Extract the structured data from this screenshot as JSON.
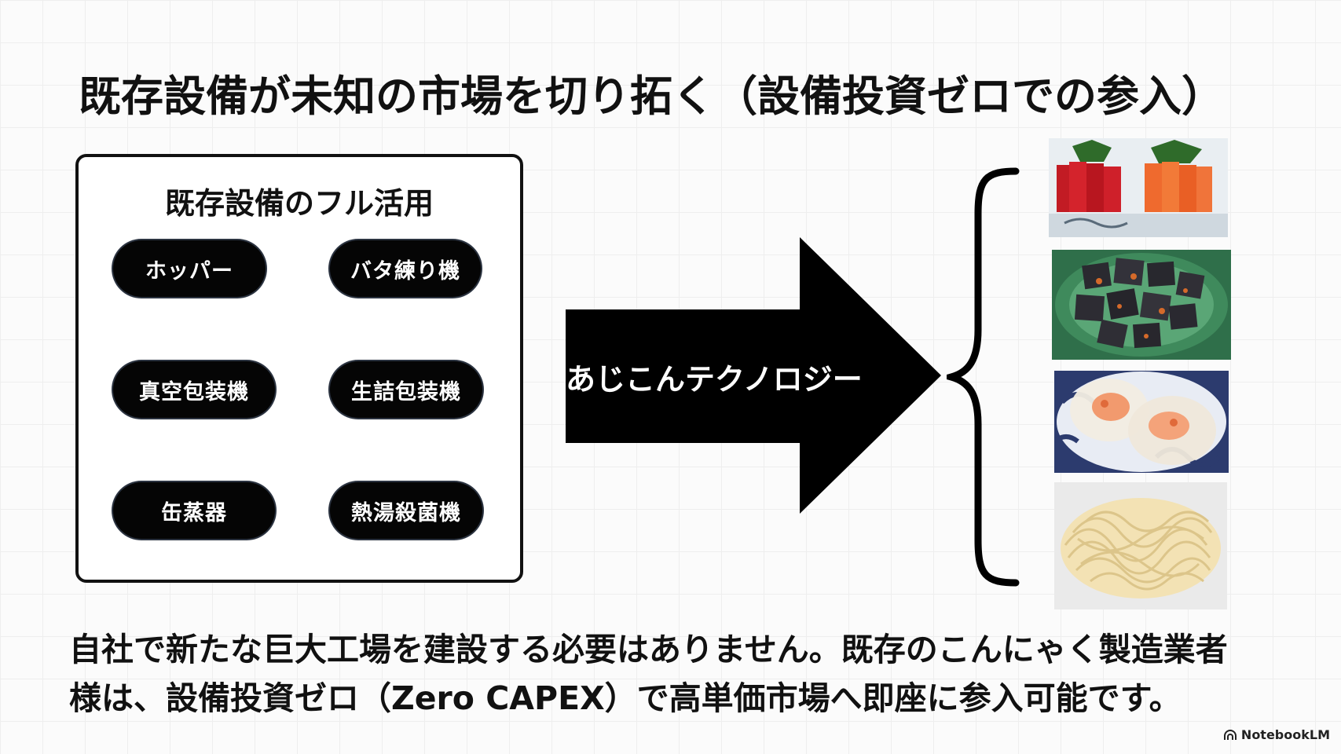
{
  "title": "既存設備が未知の市場を切り拓く（設備投資ゼロでの参入）",
  "equipment": {
    "heading": "既存設備のフル活用",
    "items": [
      "ホッパー",
      "バタ練り機",
      "真空包装機",
      "生詰包装機",
      "缶蒸器",
      "熱湯殺菌機"
    ]
  },
  "arrow": {
    "label": "あじこんテクノロジー"
  },
  "body": {
    "line1": "自社で新たな巨大工場を建設する必要はありません。既存のこんにゃく製造業者",
    "line2": "様は、設備投資ゼロ（Zero CAPEX）で高単価市場へ即座に参入可能です。"
  },
  "logo": {
    "text": "NotebookLM",
    "icon": "notebooklm-logo-icon"
  }
}
